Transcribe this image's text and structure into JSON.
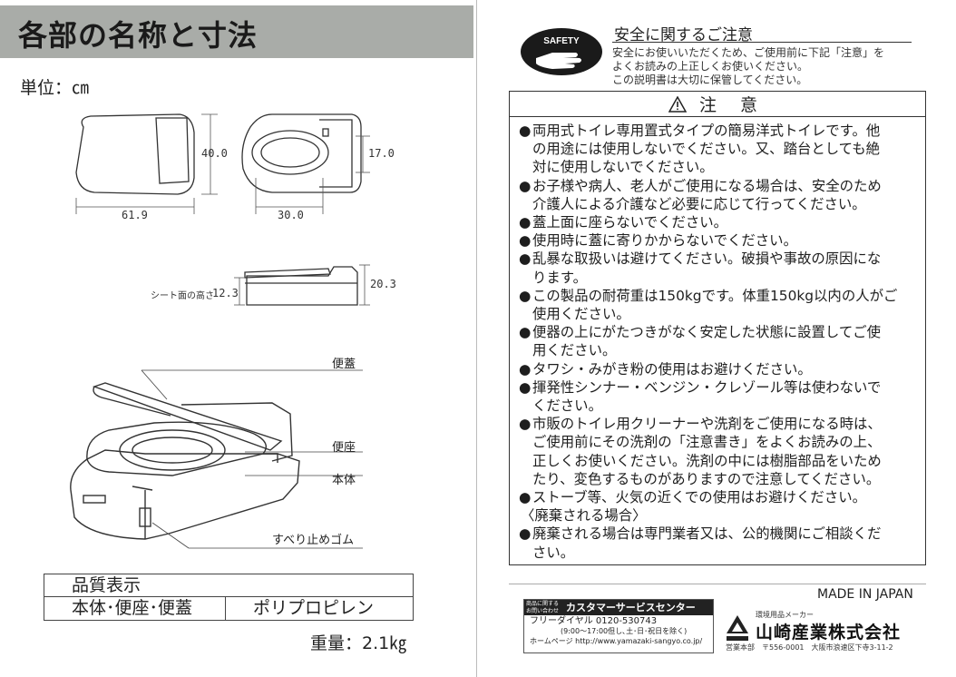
{
  "left": {
    "title": "各部の名称と寸法",
    "unit_label": "単位：㎝",
    "dims": {
      "length": "61.9",
      "depth": "40.0",
      "seat_width": "30.0",
      "seat_depth": "17.0",
      "height": "20.3",
      "seat_height": "12.3",
      "seat_height_label": "シート面の高さ"
    },
    "parts": {
      "lid": "便蓋",
      "seat": "便座",
      "body": "本体",
      "nonslip": "すべり止めゴム"
    },
    "quality": {
      "header": "品質表示",
      "item": "本体･便座･便蓋",
      "material": "ポリプロピレン"
    },
    "weight": "重量：2.1㎏"
  },
  "right": {
    "safety_logo_text": "SAFETY",
    "safety_title": "安全に関するご注意",
    "safety_lines": [
      "安全にお使いいただくため、ご使用前に下記「注意」を",
      "よくお読みの上正しくお使いください。",
      "この説明書は大切に保管してください。"
    ],
    "caution_title": "注 意",
    "caution_items": [
      {
        "bullet": "●",
        "lines": [
          "両用式トイレ専用置式タイプの簡易洋式トイレです。他",
          "の用途には使用しないでください。又、踏台としても絶",
          "対に使用しないでください。"
        ]
      },
      {
        "bullet": "●",
        "lines": [
          "お子様や病人、老人がご使用になる場合は、安全のため",
          "介護人による介護など必要に応じて行ってください。"
        ]
      },
      {
        "bullet": "●",
        "lines": [
          "蓋上面に座らないでください。"
        ]
      },
      {
        "bullet": "●",
        "lines": [
          "使用時に蓋に寄りかからないでください。"
        ]
      },
      {
        "bullet": "●",
        "lines": [
          "乱暴な取扱いは避けてください。破損や事故の原因にな",
          "ります。"
        ]
      },
      {
        "bullet": "●",
        "lines": [
          "この製品の耐荷重は150kgです。体重150kg以内の人がご",
          "使用ください。"
        ]
      },
      {
        "bullet": "●",
        "lines": [
          "便器の上にがたつきがなく安定した状態に設置してご使",
          "用ください。"
        ]
      },
      {
        "bullet": "●",
        "lines": [
          "タワシ・みがき粉の使用はお避けください。"
        ]
      },
      {
        "bullet": "●",
        "lines": [
          "揮発性シンナー・ベンジン・クレゾール等は使わないで",
          "ください。"
        ]
      },
      {
        "bullet": "●",
        "lines": [
          "市販のトイレ用クリーナーや洗剤をご使用になる時は、",
          "ご使用前にその洗剤の「注意書き」をよくお読みの上、",
          "正しくお使いください。洗剤の中には樹脂部品をいため",
          "たり、変色するものがありますので注意してください。"
        ]
      },
      {
        "bullet": "●",
        "lines": [
          "ストーブ等、火気の近くでの使用はお避けください。"
        ]
      }
    ],
    "disposal_header": "〈廃棄される場合〉",
    "disposal_item": {
      "bullet": "●",
      "lines": [
        "廃棄される場合は専門業者又は、公的機関にご相談くだ",
        "さい。"
      ]
    },
    "made_in": "MADE IN JAPAN",
    "customer": {
      "small_label": "商品に関する お問い合わせ",
      "center_name": "カスタマーサービスセンター",
      "free_dial": "フリーダイヤル 0120-530743",
      "hours": "(9:00～17:00但し､土･日･祝日を除く)",
      "homepage": "ホームページ http://www.yamazaki-sangyo.co.jp/"
    },
    "maker": {
      "subtitle": "環境用品メーカー",
      "name": "山崎産業株式会社",
      "address": "営業本部　〒556-0001　大阪市浪速区下寺3-11-2"
    }
  }
}
